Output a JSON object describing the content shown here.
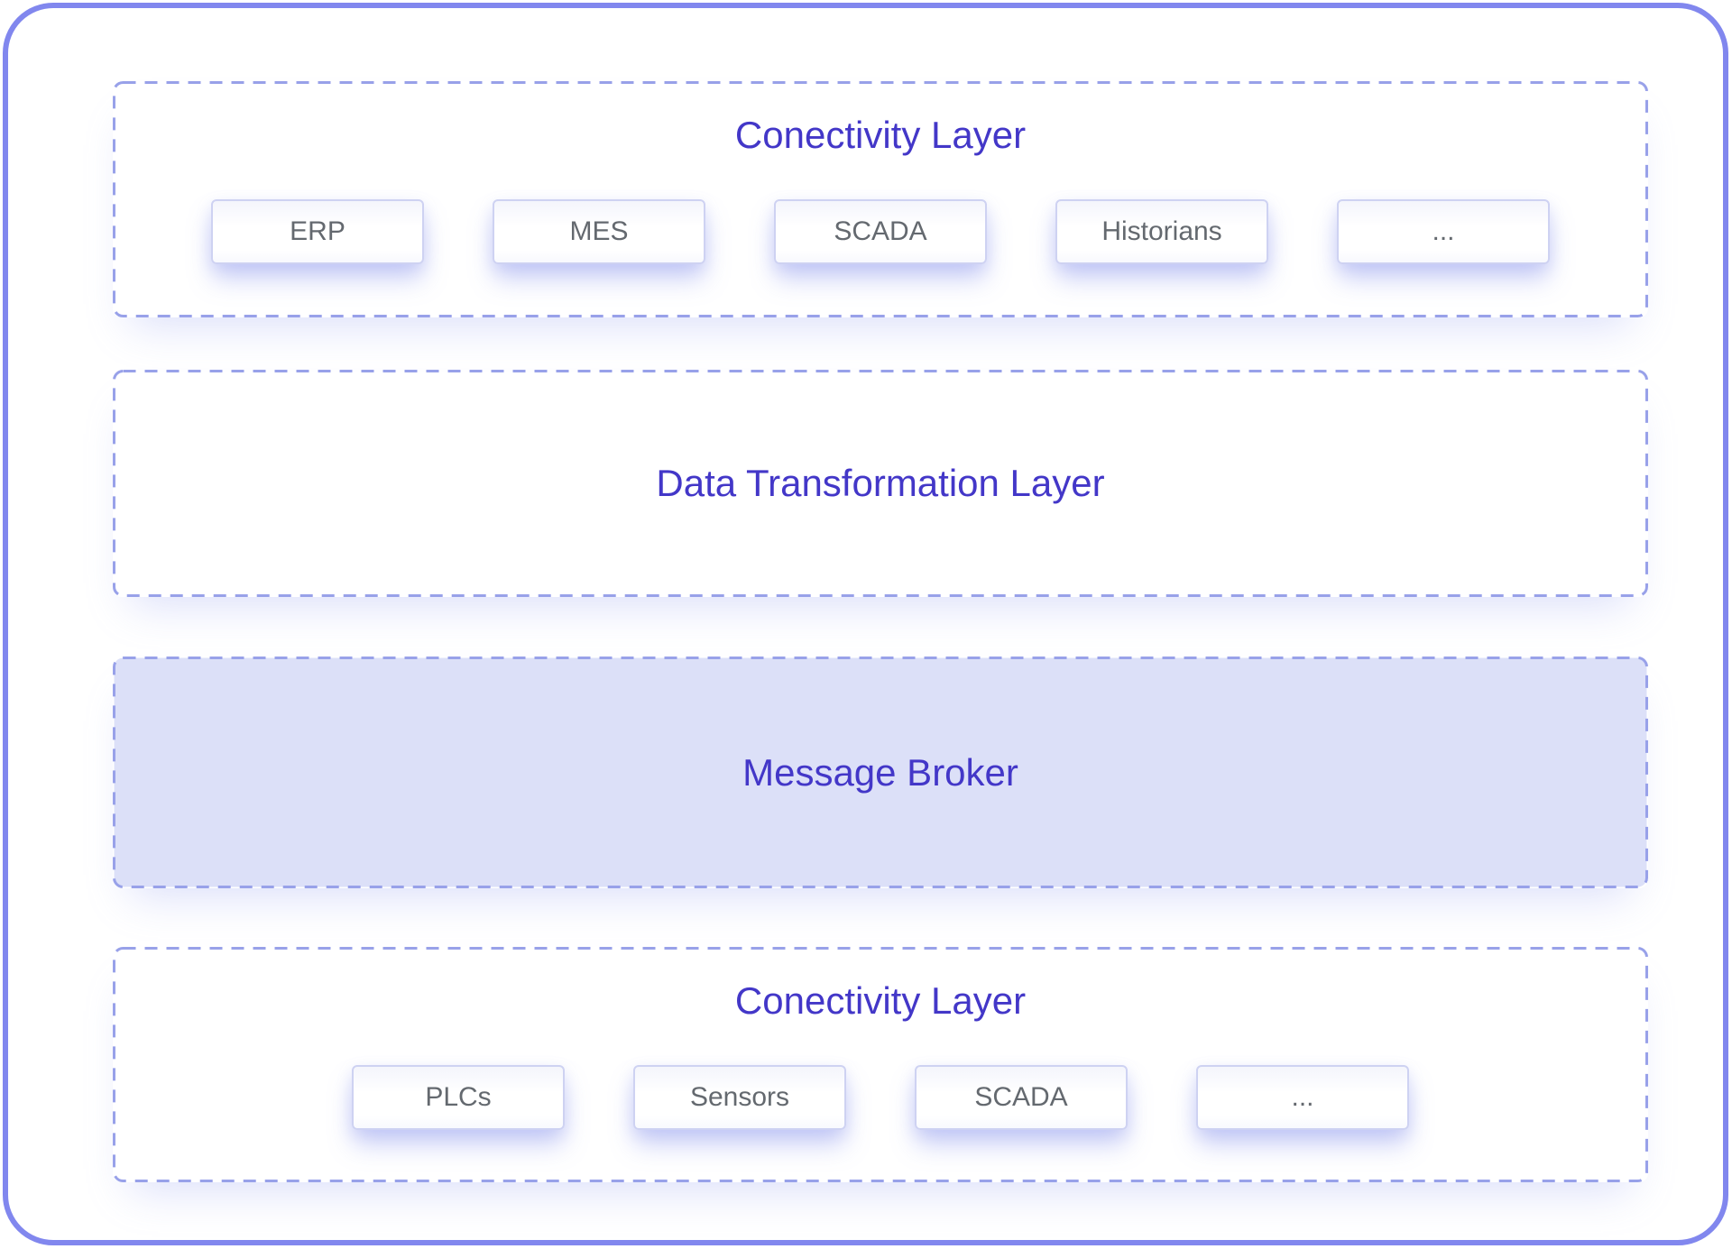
{
  "diagram": {
    "sections": [
      {
        "title": "Conectivity Layer",
        "boxes": [
          "ERP",
          "MES",
          "SCADA",
          "Historians",
          "..."
        ]
      },
      {
        "title": "Data Transformation Layer",
        "boxes": []
      },
      {
        "title": "Message Broker",
        "boxes": []
      },
      {
        "title": "Conectivity Layer",
        "boxes": [
          "PLCs",
          "Sensors",
          "SCADA",
          "..."
        ]
      }
    ]
  },
  "colors": {
    "outer_frame_border": "#8187ee",
    "dashed_border": "#98a1e9",
    "layer_title_text": "#4337c8",
    "node_text": "#64696f",
    "node_border": "#ced2f2",
    "message_broker_fill": "#dce0f8",
    "background": "#ffffff"
  }
}
